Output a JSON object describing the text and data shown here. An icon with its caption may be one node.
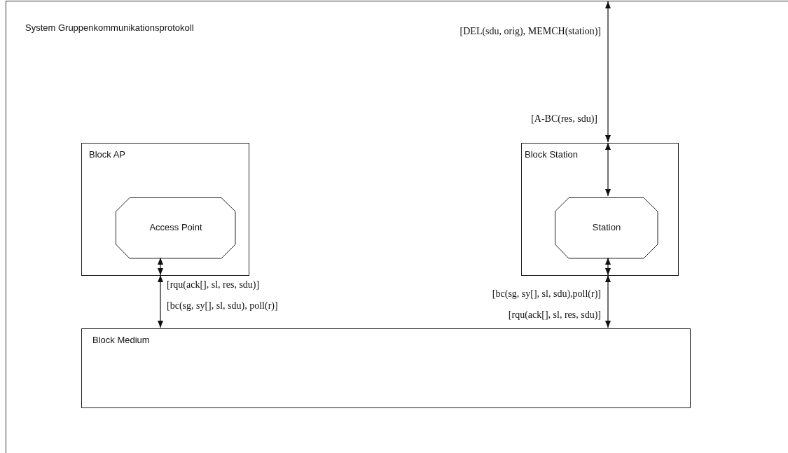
{
  "diagram": {
    "nodes": [
      {
        "text": [
          "System Gruppenkommunikationsprotokoll"
        ]
      },
      {
        "text": [
          "Block AP"
        ],
        "in": 0
      },
      {
        "text": [
          "Access Point"
        ],
        "in": 1
      },
      {
        "text": [
          "Block Station"
        ],
        "in": 0
      },
      {
        "text": [
          "Station"
        ],
        "in": 3
      },
      {
        "text": [
          "Block Medium"
        ],
        "in": 0
      }
    ],
    "edges": [
      {
        "from": 0,
        "to": 3,
        "arrow": "both",
        "label": "[DEL(sdu, orig), MEMCH(station)]"
      },
      {
        "from": 3,
        "to": 4,
        "arrow": "both"
      },
      {
        "from": 2,
        "to": 1,
        "arrow": "both"
      },
      {
        "from": 1,
        "to": 5,
        "arrow": "both",
        "label": "[rqu(ack[], sl, res, sdu)]"
      },
      {
        "from": 4,
        "to": 3,
        "arrow": "both"
      },
      {
        "from": 3,
        "to": 5,
        "arrow": "both",
        "label": "[bc(sg, sy[], sl, sdu),poll(r)]"
      }
    ],
    "labels": [
      "[A-BC(res, sdu)]",
      "[bc(sg, sy[], sl, sdu), poll(r)]",
      "[rqu(ack[], sl, res, sdu)]"
    ]
  }
}
